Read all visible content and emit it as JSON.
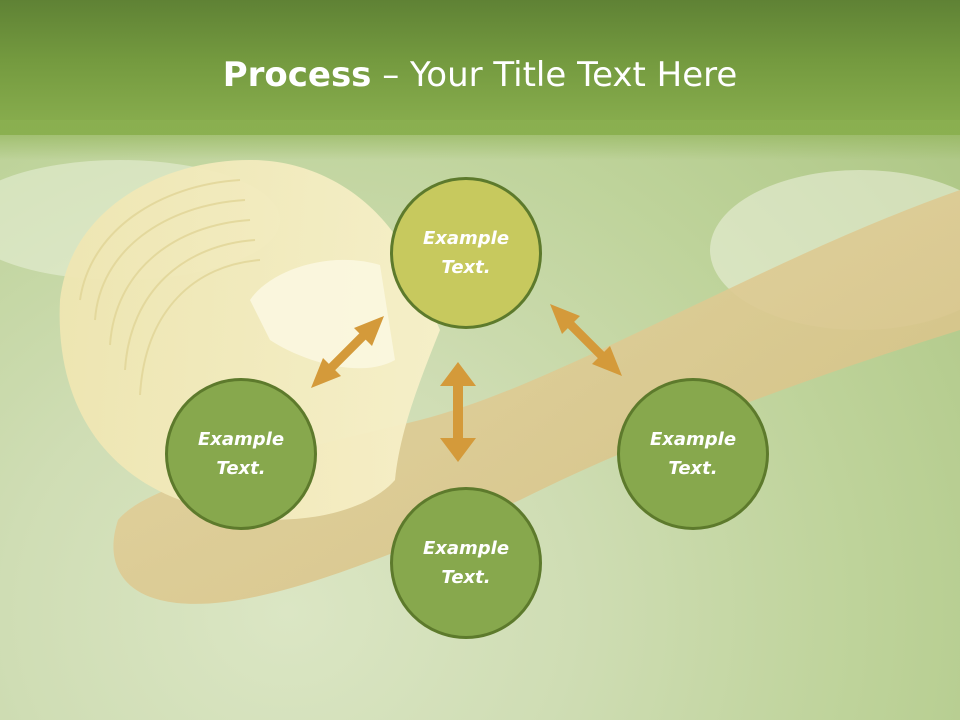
{
  "title": {
    "strong": "Process",
    "rest": " – Your Title Text Here"
  },
  "nodes": [
    {
      "label": "Example Text."
    },
    {
      "label": "Example Text."
    },
    {
      "label": "Example Text."
    },
    {
      "label": "Example Text."
    }
  ],
  "colors": {
    "header": "#749a3f",
    "node_top": "#c7c95e",
    "node_other": "#87a84d",
    "node_border": "#5d7a2c",
    "arrow": "#d49a3a"
  }
}
